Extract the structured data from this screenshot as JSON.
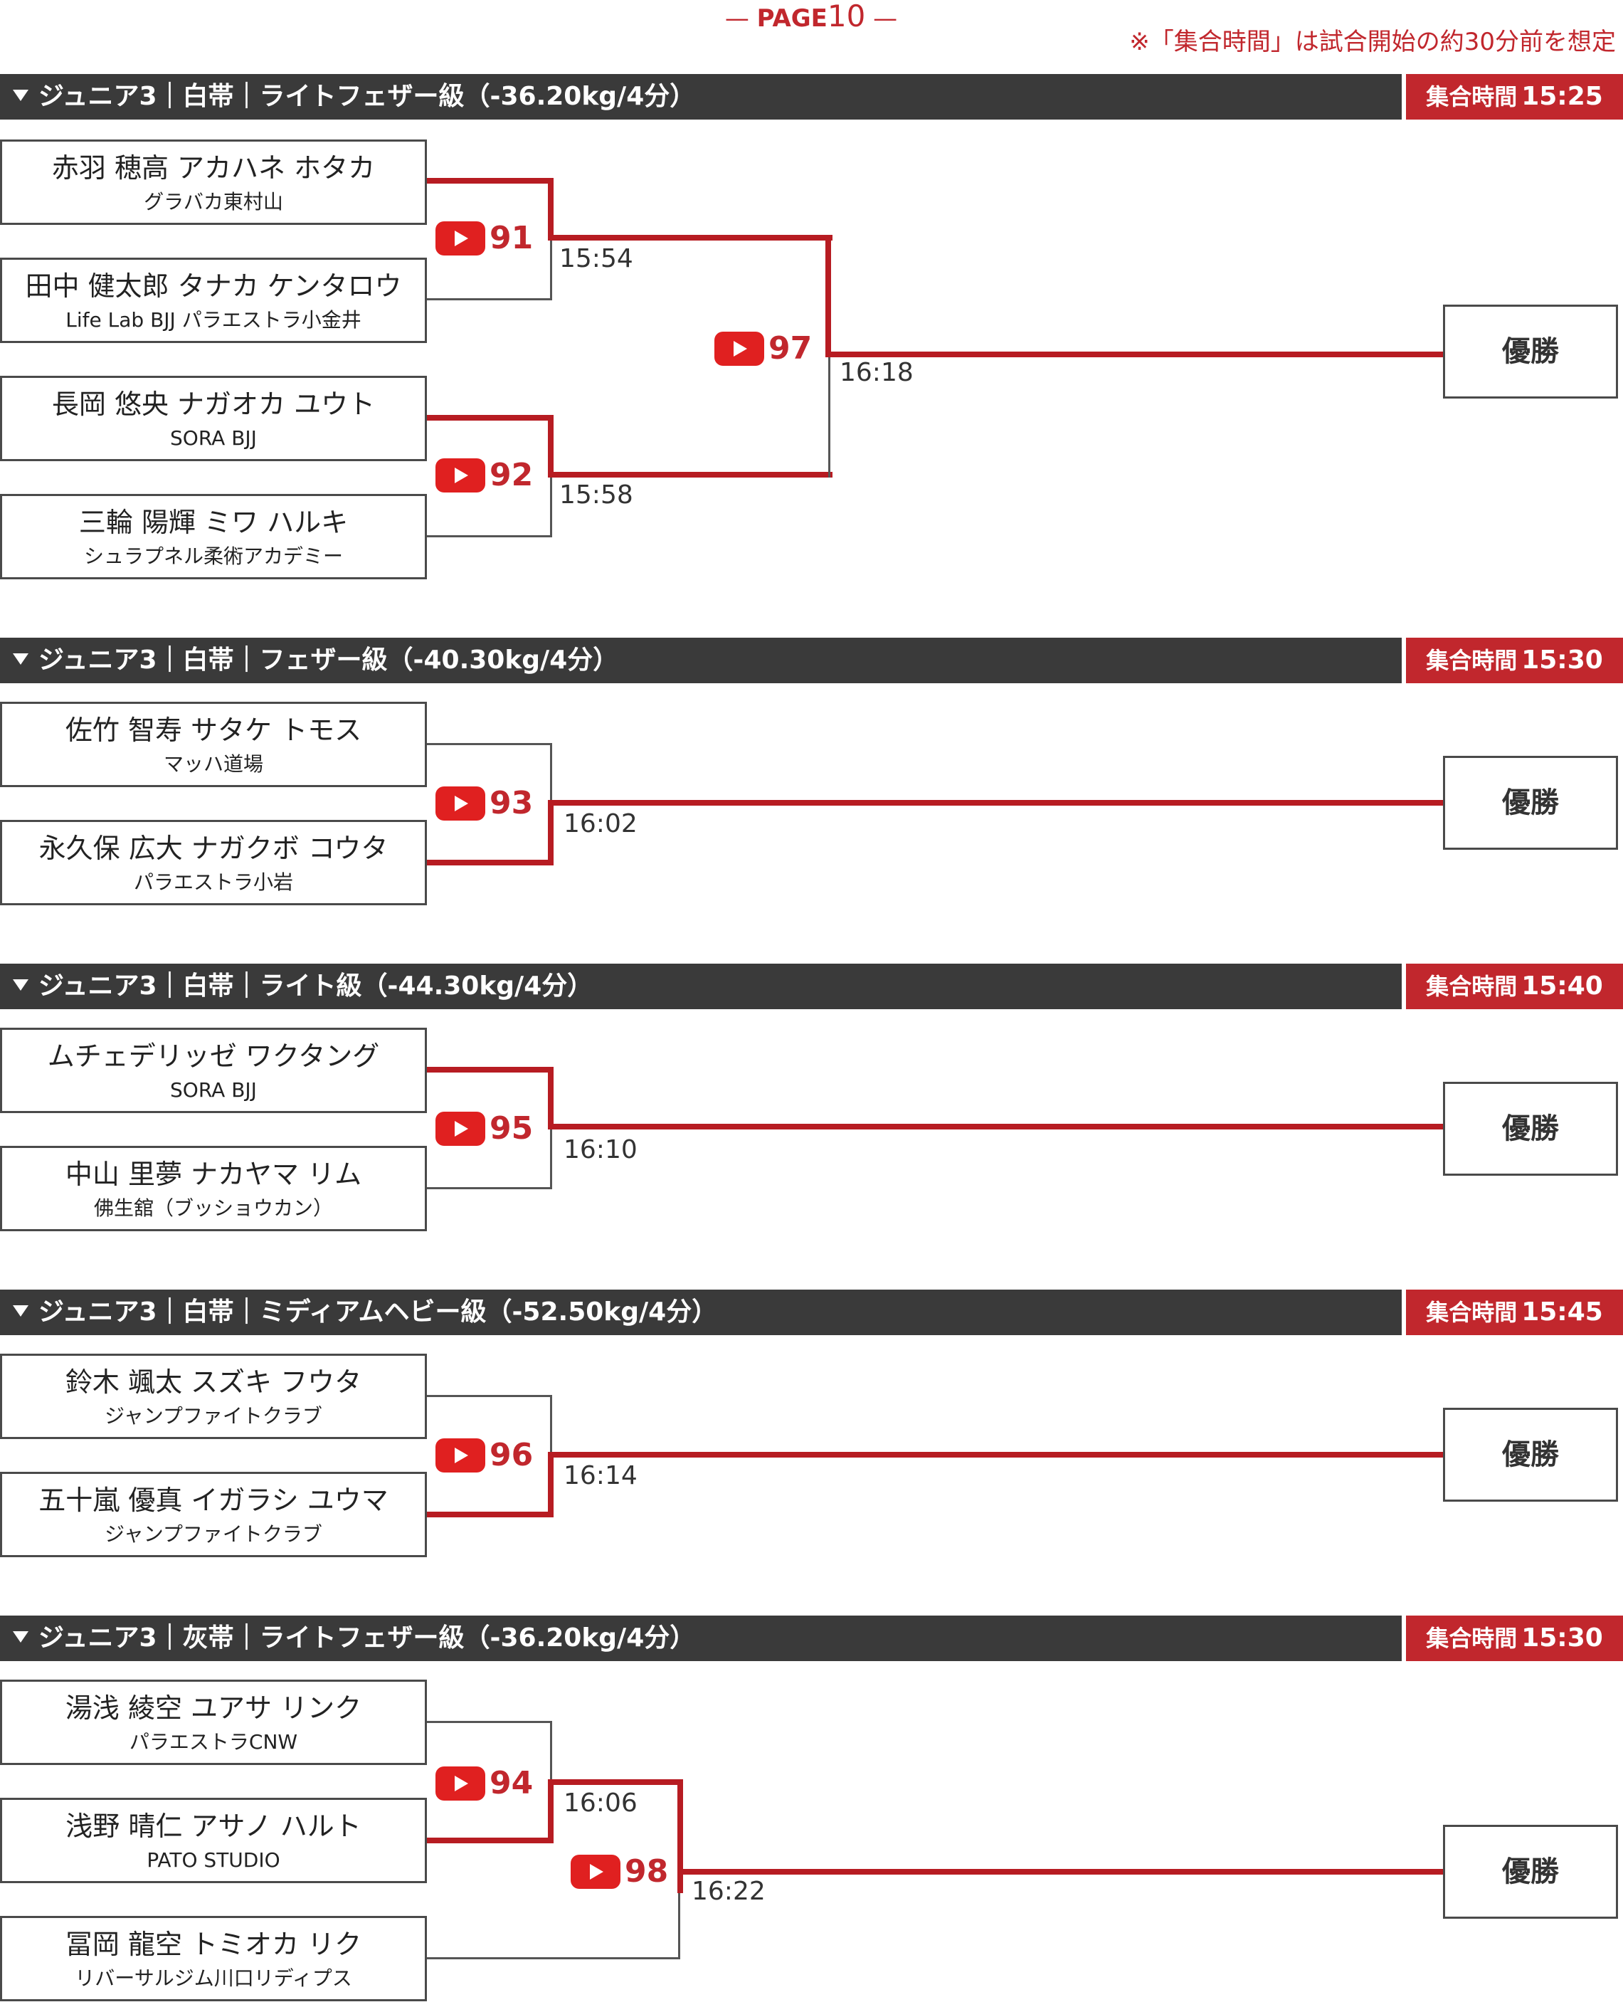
{
  "page": {
    "title_prefix": "PAGE",
    "title_number": "10",
    "note": "※「集合時間」は試合開始の約30分前を想定"
  },
  "divisions": [
    {
      "title": "ジュニア3｜白帯｜ライトフェザー級（-36.20kg/4分）",
      "assembly_label": "集合時間",
      "assembly_time": "15:25",
      "players": [
        {
          "name": "赤羽 穂高 アカハネ ホタカ",
          "team": "グラバカ東村山"
        },
        {
          "name": "田中 健太郎 タナカ ケンタロウ",
          "team": "Life Lab BJJ パラエストラ小金井"
        },
        {
          "name": "長岡 悠央 ナガオカ ユウト",
          "team": "SORA BJJ"
        },
        {
          "name": "三輪 陽輝 ミワ ハルキ",
          "team": "シュラプネル柔術アカデミー"
        }
      ],
      "matches": [
        {
          "no": "91",
          "time": "15:54"
        },
        {
          "no": "92",
          "time": "15:58"
        },
        {
          "no": "97",
          "time": "16:18"
        }
      ],
      "winner_label": "優勝"
    },
    {
      "title": "ジュニア3｜白帯｜フェザー級（-40.30kg/4分）",
      "assembly_label": "集合時間",
      "assembly_time": "15:30",
      "players": [
        {
          "name": "佐竹 智寿 サタケ トモス",
          "team": "マッハ道場"
        },
        {
          "name": "永久保 広大 ナガクボ コウタ",
          "team": "パラエストラ小岩"
        }
      ],
      "matches": [
        {
          "no": "93",
          "time": "16:02"
        }
      ],
      "winner_label": "優勝"
    },
    {
      "title": "ジュニア3｜白帯｜ライト級（-44.30kg/4分）",
      "assembly_label": "集合時間",
      "assembly_time": "15:40",
      "players": [
        {
          "name": "ムチェデリッゼ ワクタング",
          "team": "SORA BJJ"
        },
        {
          "name": "中山 里夢 ナカヤマ リム",
          "team": "佛生舘（ブッショウカン）"
        }
      ],
      "matches": [
        {
          "no": "95",
          "time": "16:10"
        }
      ],
      "winner_label": "優勝"
    },
    {
      "title": "ジュニア3｜白帯｜ミディアムヘビー級（-52.50kg/4分）",
      "assembly_label": "集合時間",
      "assembly_time": "15:45",
      "players": [
        {
          "name": "鈴木 颯太 スズキ フウタ",
          "team": "ジャンプファイトクラブ"
        },
        {
          "name": "五十嵐 優真 イガラシ ユウマ",
          "team": "ジャンプファイトクラブ"
        }
      ],
      "matches": [
        {
          "no": "96",
          "time": "16:14"
        }
      ],
      "winner_label": "優勝"
    },
    {
      "title": "ジュニア3｜灰帯｜ライトフェザー級（-36.20kg/4分）",
      "assembly_label": "集合時間",
      "assembly_time": "15:30",
      "players": [
        {
          "name": "湯浅 綾空 ユアサ リンク",
          "team": "パラエストラCNW"
        },
        {
          "name": "浅野 晴仁 アサノ ハルト",
          "team": "PATO STUDIO"
        },
        {
          "name": "冨岡 龍空 トミオカ リク",
          "team": "リバーサルジム川口リディプス"
        }
      ],
      "matches": [
        {
          "no": "94",
          "time": "16:06"
        },
        {
          "no": "98",
          "time": "16:22"
        }
      ],
      "winner_label": "優勝"
    }
  ],
  "colors": {
    "accent_red": "#c1272d",
    "header_dark": "#3a3a3a",
    "youtube_red": "#e02020"
  }
}
